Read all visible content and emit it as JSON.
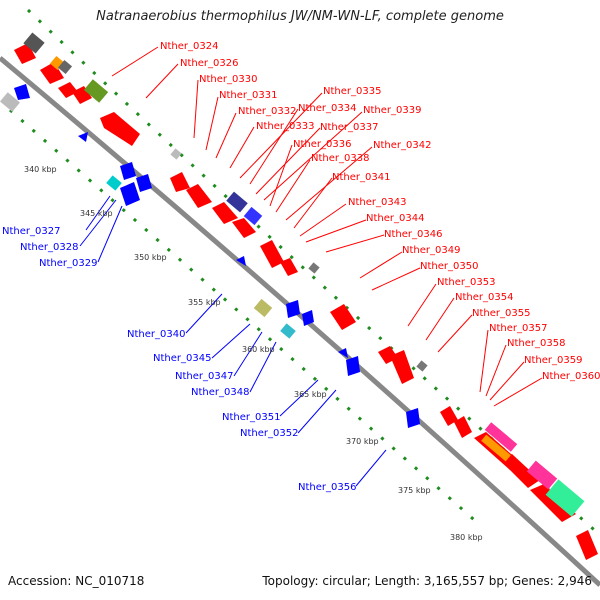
{
  "title": "Natranaerobius thermophilus JW/NM-WN-LF, complete genome",
  "footer": {
    "accession": "Accession: NC_010718",
    "summary": "Topology: circular; Length: 3,165,557 bp; Genes: 2,946"
  },
  "colors": {
    "forward_gene": "#ff0000",
    "reverse_gene": "#0000ff",
    "backbone": "#808080",
    "gc_track": "#1e8c1e"
  },
  "scale_ticks": [
    "340 kbp",
    "345 kbp",
    "350 kbp",
    "355 kbp",
    "360 kbp",
    "365 kbp",
    "370 kbp",
    "375 kbp",
    "380 kbp"
  ],
  "labels_red": [
    "Nther_0324",
    "Nther_0326",
    "Nther_0330",
    "Nther_0331",
    "Nther_0332",
    "Nther_0333",
    "Nther_0335",
    "Nther_0334",
    "Nther_0337",
    "Nther_0339",
    "Nther_0336",
    "Nther_0338",
    "Nther_0342",
    "Nther_0341",
    "Nther_0343",
    "Nther_0344",
    "Nther_0346",
    "Nther_0349",
    "Nther_0350",
    "Nther_0353",
    "Nther_0354",
    "Nther_0355",
    "Nther_0357",
    "Nther_0358",
    "Nther_0359",
    "Nther_0360"
  ],
  "labels_blue": [
    "Nther_0327",
    "Nther_0328",
    "Nther_0329",
    "Nther_0340",
    "Nther_0345",
    "Nther_0347",
    "Nther_0348",
    "Nther_0351",
    "Nther_0352",
    "Nther_0356"
  ]
}
